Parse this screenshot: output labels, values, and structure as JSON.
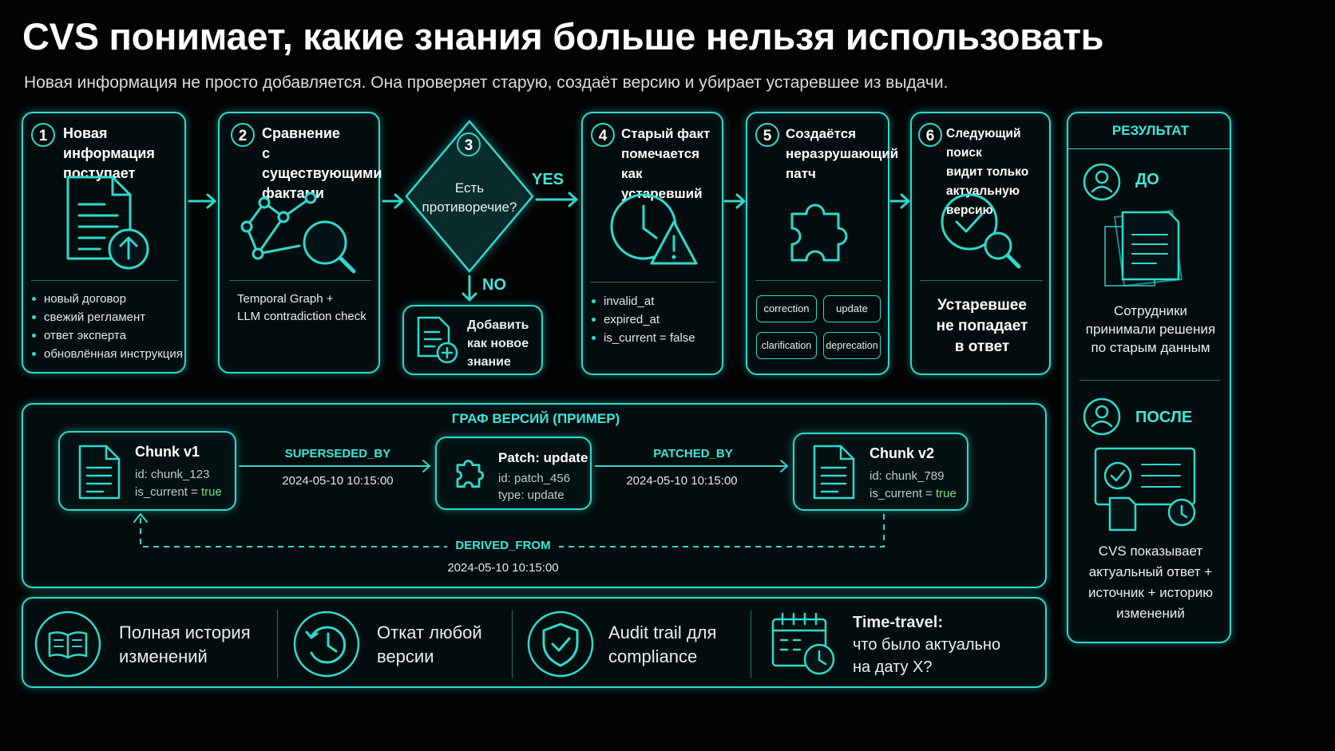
{
  "header": {
    "title": "CVS понимает, какие знания больше нельзя использовать",
    "subtitle": "Новая информация не просто добавляется. Она проверяет старую, создаёт версию и убирает устаревшее из выдачи."
  },
  "steps": [
    {
      "num": "1",
      "title_lines": [
        "Новая информация",
        "поступает"
      ],
      "bullets": [
        "новый договор",
        "свежий регламент",
        "ответ эксперта",
        "обновлённая инструкция"
      ]
    },
    {
      "num": "2",
      "title_lines": [
        "Сравнение",
        "с существующими",
        "фактами"
      ],
      "note_lines": [
        "Temporal Graph +",
        "LLM contradiction check"
      ]
    },
    {
      "num": "3",
      "question_lines": [
        "Есть",
        "противоречие?"
      ],
      "yes_label": "YES",
      "no_label": "NO",
      "add_lines": [
        "Добавить",
        "как новое",
        "знание"
      ]
    },
    {
      "num": "4",
      "title_lines": [
        "Старый факт",
        "помечается как",
        "устаревший"
      ],
      "bullets": [
        "invalid_at",
        "expired_at",
        "is_current = false"
      ]
    },
    {
      "num": "5",
      "title_lines": [
        "Создаётся",
        "неразрушающий",
        "патч"
      ],
      "tags": [
        "correction",
        "update",
        "clarification",
        "deprecation"
      ]
    },
    {
      "num": "6",
      "title_lines": [
        "Следующий поиск",
        "видит только",
        "актуальную версию"
      ],
      "result_lines": [
        "Устаревшее",
        "не попадает",
        "в ответ"
      ]
    }
  ],
  "result": {
    "header": "РЕЗУЛЬТАТ",
    "before_label": "ДО",
    "before_lines": [
      "Сотрудники",
      "принимали решения",
      "по старым данным"
    ],
    "after_label": "ПОСЛЕ",
    "after_lines": [
      "CVS показывает",
      "актуальный ответ +",
      "источник + историю",
      "изменений"
    ]
  },
  "graph": {
    "title": "ГРАФ ВЕРСИЙ (ПРИМЕР)",
    "v1": {
      "title": "Chunk v1",
      "id": "id: chunk_123",
      "current_prefix": "is_current = ",
      "current_value": "true"
    },
    "patch": {
      "title": "Patch: update",
      "id": "id: patch_456",
      "type": "type: update"
    },
    "v2": {
      "title": "Chunk v2",
      "id": "id: chunk_789",
      "current_prefix": "is_current = ",
      "current_value": "true"
    },
    "edge1": {
      "label": "SUPERSEDED_BY",
      "time": "2024-05-10 10:15:00"
    },
    "edge2": {
      "label": "PATCHED_BY",
      "time": "2024-05-10 10:15:00"
    },
    "edge3": {
      "label": "DERIVED_FROM",
      "time": "2024-05-10 10:15:00"
    }
  },
  "features": [
    {
      "icon": "book-icon",
      "lines": [
        "Полная история",
        "изменений"
      ],
      "bold_first": false
    },
    {
      "icon": "history-icon",
      "lines": [
        "Откат любой",
        "версии"
      ],
      "bold_first": false
    },
    {
      "icon": "shield-check-icon",
      "lines": [
        "Audit trail для",
        "compliance"
      ],
      "bold_first": false
    },
    {
      "icon": "calendar-clock-icon",
      "lines": [
        "Time-travel:",
        "что было актуально",
        "на дату X?"
      ],
      "bold_first": true
    }
  ],
  "colors": {
    "accent": "#2fd9cf",
    "true_value": "#7ee07e",
    "background": "#020404"
  }
}
